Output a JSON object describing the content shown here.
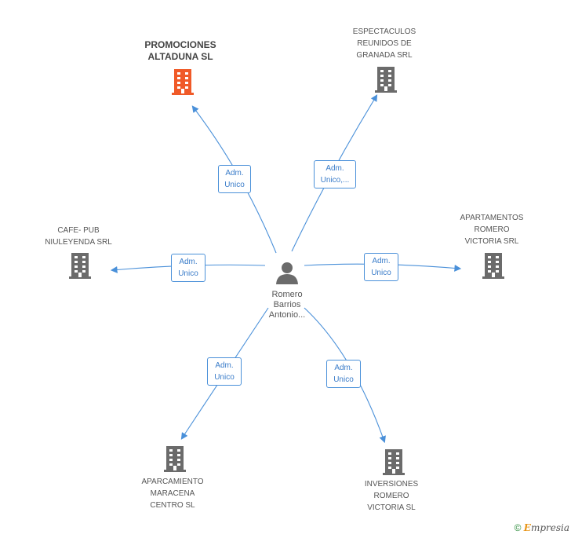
{
  "person": {
    "name": "Romero\nBarrios\nAntonio...",
    "icon": "person-icon"
  },
  "companies": [
    {
      "id": "promociones",
      "name": "PROMOCIONES\nALTADUNA SL",
      "highlight": true,
      "icon": "building-icon",
      "role": "Adm.\nUnico"
    },
    {
      "id": "espectaculos",
      "name": "ESPECTACULOS\nREUNIDOS DE\nGRANADA SRL",
      "highlight": false,
      "icon": "building-icon",
      "role": "Adm.\nUnico,..."
    },
    {
      "id": "cafe",
      "name": "CAFE- PUB\nNIULEYENDA SRL",
      "highlight": false,
      "icon": "building-icon",
      "role": "Adm.\nUnico"
    },
    {
      "id": "apartamentos",
      "name": "APARTAMENTOS\nROMERO\nVICTORIA SRL",
      "highlight": false,
      "icon": "building-icon",
      "role": "Adm.\nUnico"
    },
    {
      "id": "aparcamiento",
      "name": "APARCAMIENTO\nMARACENA\nCENTRO SL",
      "highlight": false,
      "icon": "building-icon",
      "role": "Adm.\nUnico"
    },
    {
      "id": "inversiones",
      "name": "INVERSIONES\nROMERO\nVICTORIA SL",
      "highlight": false,
      "icon": "building-icon",
      "role": "Adm.\nUnico"
    }
  ],
  "colors": {
    "edge": "#4a90d9",
    "building": "#6b6b6b",
    "highlight": "#f05a28",
    "person": "#6b6b6b"
  },
  "footer": {
    "copyright": "©",
    "brand_e": "E",
    "brand_rest": "mpresia"
  }
}
